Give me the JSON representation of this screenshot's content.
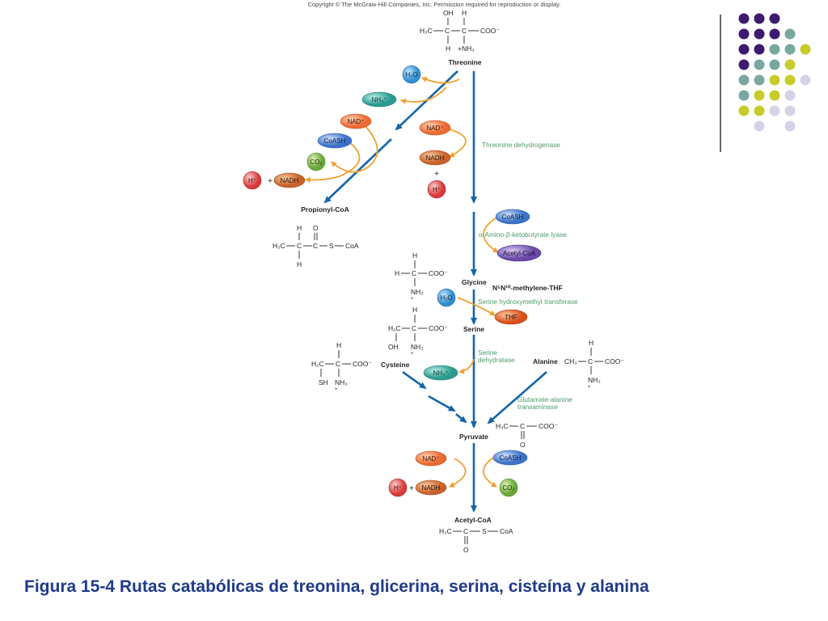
{
  "copyright": "Copyright © The McGraw-Hill Companies, Inc. Permission required for reproduction or display.",
  "caption": "Figura 15-4 Rutas catabólicas de treonina, glicerina, serina, cisteína y alanina",
  "compounds": {
    "threonine": "Threonine",
    "propionyl_coa": "Propionyl-CoA",
    "glycine": "Glycine",
    "serine": "Serine",
    "cysteine": "Cysteine",
    "alanine": "Alanine",
    "pyruvate": "Pyruvate",
    "acetyl_coa": "Acetyl-CoA",
    "methylene_thf": "N⁵N¹⁰-methylene-THF"
  },
  "enzymes": {
    "threonine_dehydrogenase": "Threonine dehydrogenase",
    "amino_ketobutyrate_lyase": "α-Amino-β-ketobutyrate lyase",
    "serine_hydroxymethyl_transferase": "Serine hydroxymethyl transferase",
    "serine_dehydratase_1": "Serine",
    "serine_dehydratase_2": "dehydratase",
    "glutamate_alanine_transaminase_1": "Glutamate-alanine",
    "glutamate_alanine_transaminase_2": "transaminase"
  },
  "cofactors": {
    "h2o": "H₂O",
    "nh4": "NH₄⁺",
    "nad": "NAD⁺",
    "nadh": "NADH",
    "coash": "CoASH",
    "co2": "CO₂",
    "hplus": "H⁺",
    "acetyl_coa": "Acetyl-CoA",
    "thf": "THF"
  },
  "symbols": {
    "plus": "+"
  },
  "colors": {
    "arrow_blue": "#1565a8",
    "arrow_orange": "#f0a030",
    "enzyme_green": "#4a9a6a",
    "caption_blue": "#1f3a8a",
    "dot_purple": "#3d1a6e",
    "dot_teal": "#78a8a0",
    "dot_yellow": "#c8cc2a",
    "dot_lavender": "#d4d4e8"
  }
}
